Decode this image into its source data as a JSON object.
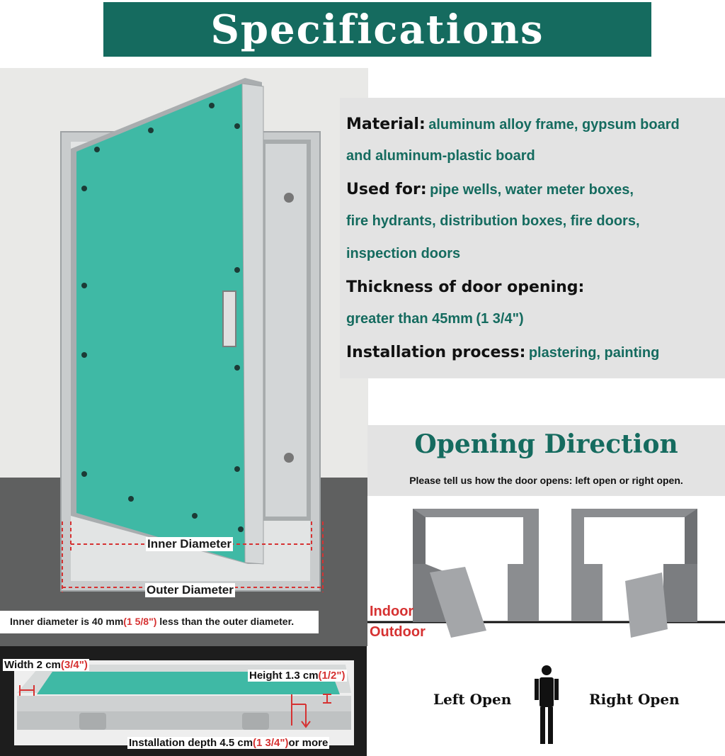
{
  "banner": {
    "title": "Specifications"
  },
  "product_image": {
    "inner_label": "Inner Diameter",
    "outer_label": "Outer Diameter",
    "note_prefix": "Inner diameter is 40 mm",
    "note_highlight": "(1 5/8\")",
    "note_suffix": " less than the outer diameter."
  },
  "specs": {
    "material_key": "Material:",
    "material_val_1": "aluminum alloy frame, gypsum board",
    "material_val_2": "and aluminum-plastic board",
    "used_key": "Used for:",
    "used_val_1": "pipe wells, water meter boxes,",
    "used_val_2": "fire hydrants, distribution boxes, fire doors,",
    "used_val_3": "inspection doors",
    "thickness_key": "Thickness of door opening:",
    "thickness_val": "greater than 45mm",
    "thickness_highlight": "(1 3/4\")",
    "install_key": "Installation process:",
    "install_val": "plastering, painting"
  },
  "opening": {
    "title": "Opening Direction",
    "subtitle": "Please tell us how the door opens: left open or right open.",
    "indoor": "Indoor",
    "outdoor": "Outdoor",
    "left_open": "Left Open",
    "right_open": "Right Open"
  },
  "frame": {
    "width_label": "Width 2 cm",
    "width_highlight": "(3/4\")",
    "height_label": "Height 1.3 cm",
    "height_highlight": "(1/2\")",
    "depth_label": "Installation depth 4.5 cm",
    "depth_highlight": "(1 3/4\")",
    "depth_suffix": "or more"
  },
  "colors": {
    "brand_green": "#156b5f",
    "highlight_red": "#d63232",
    "panel_teal": "#3fb9a5"
  }
}
